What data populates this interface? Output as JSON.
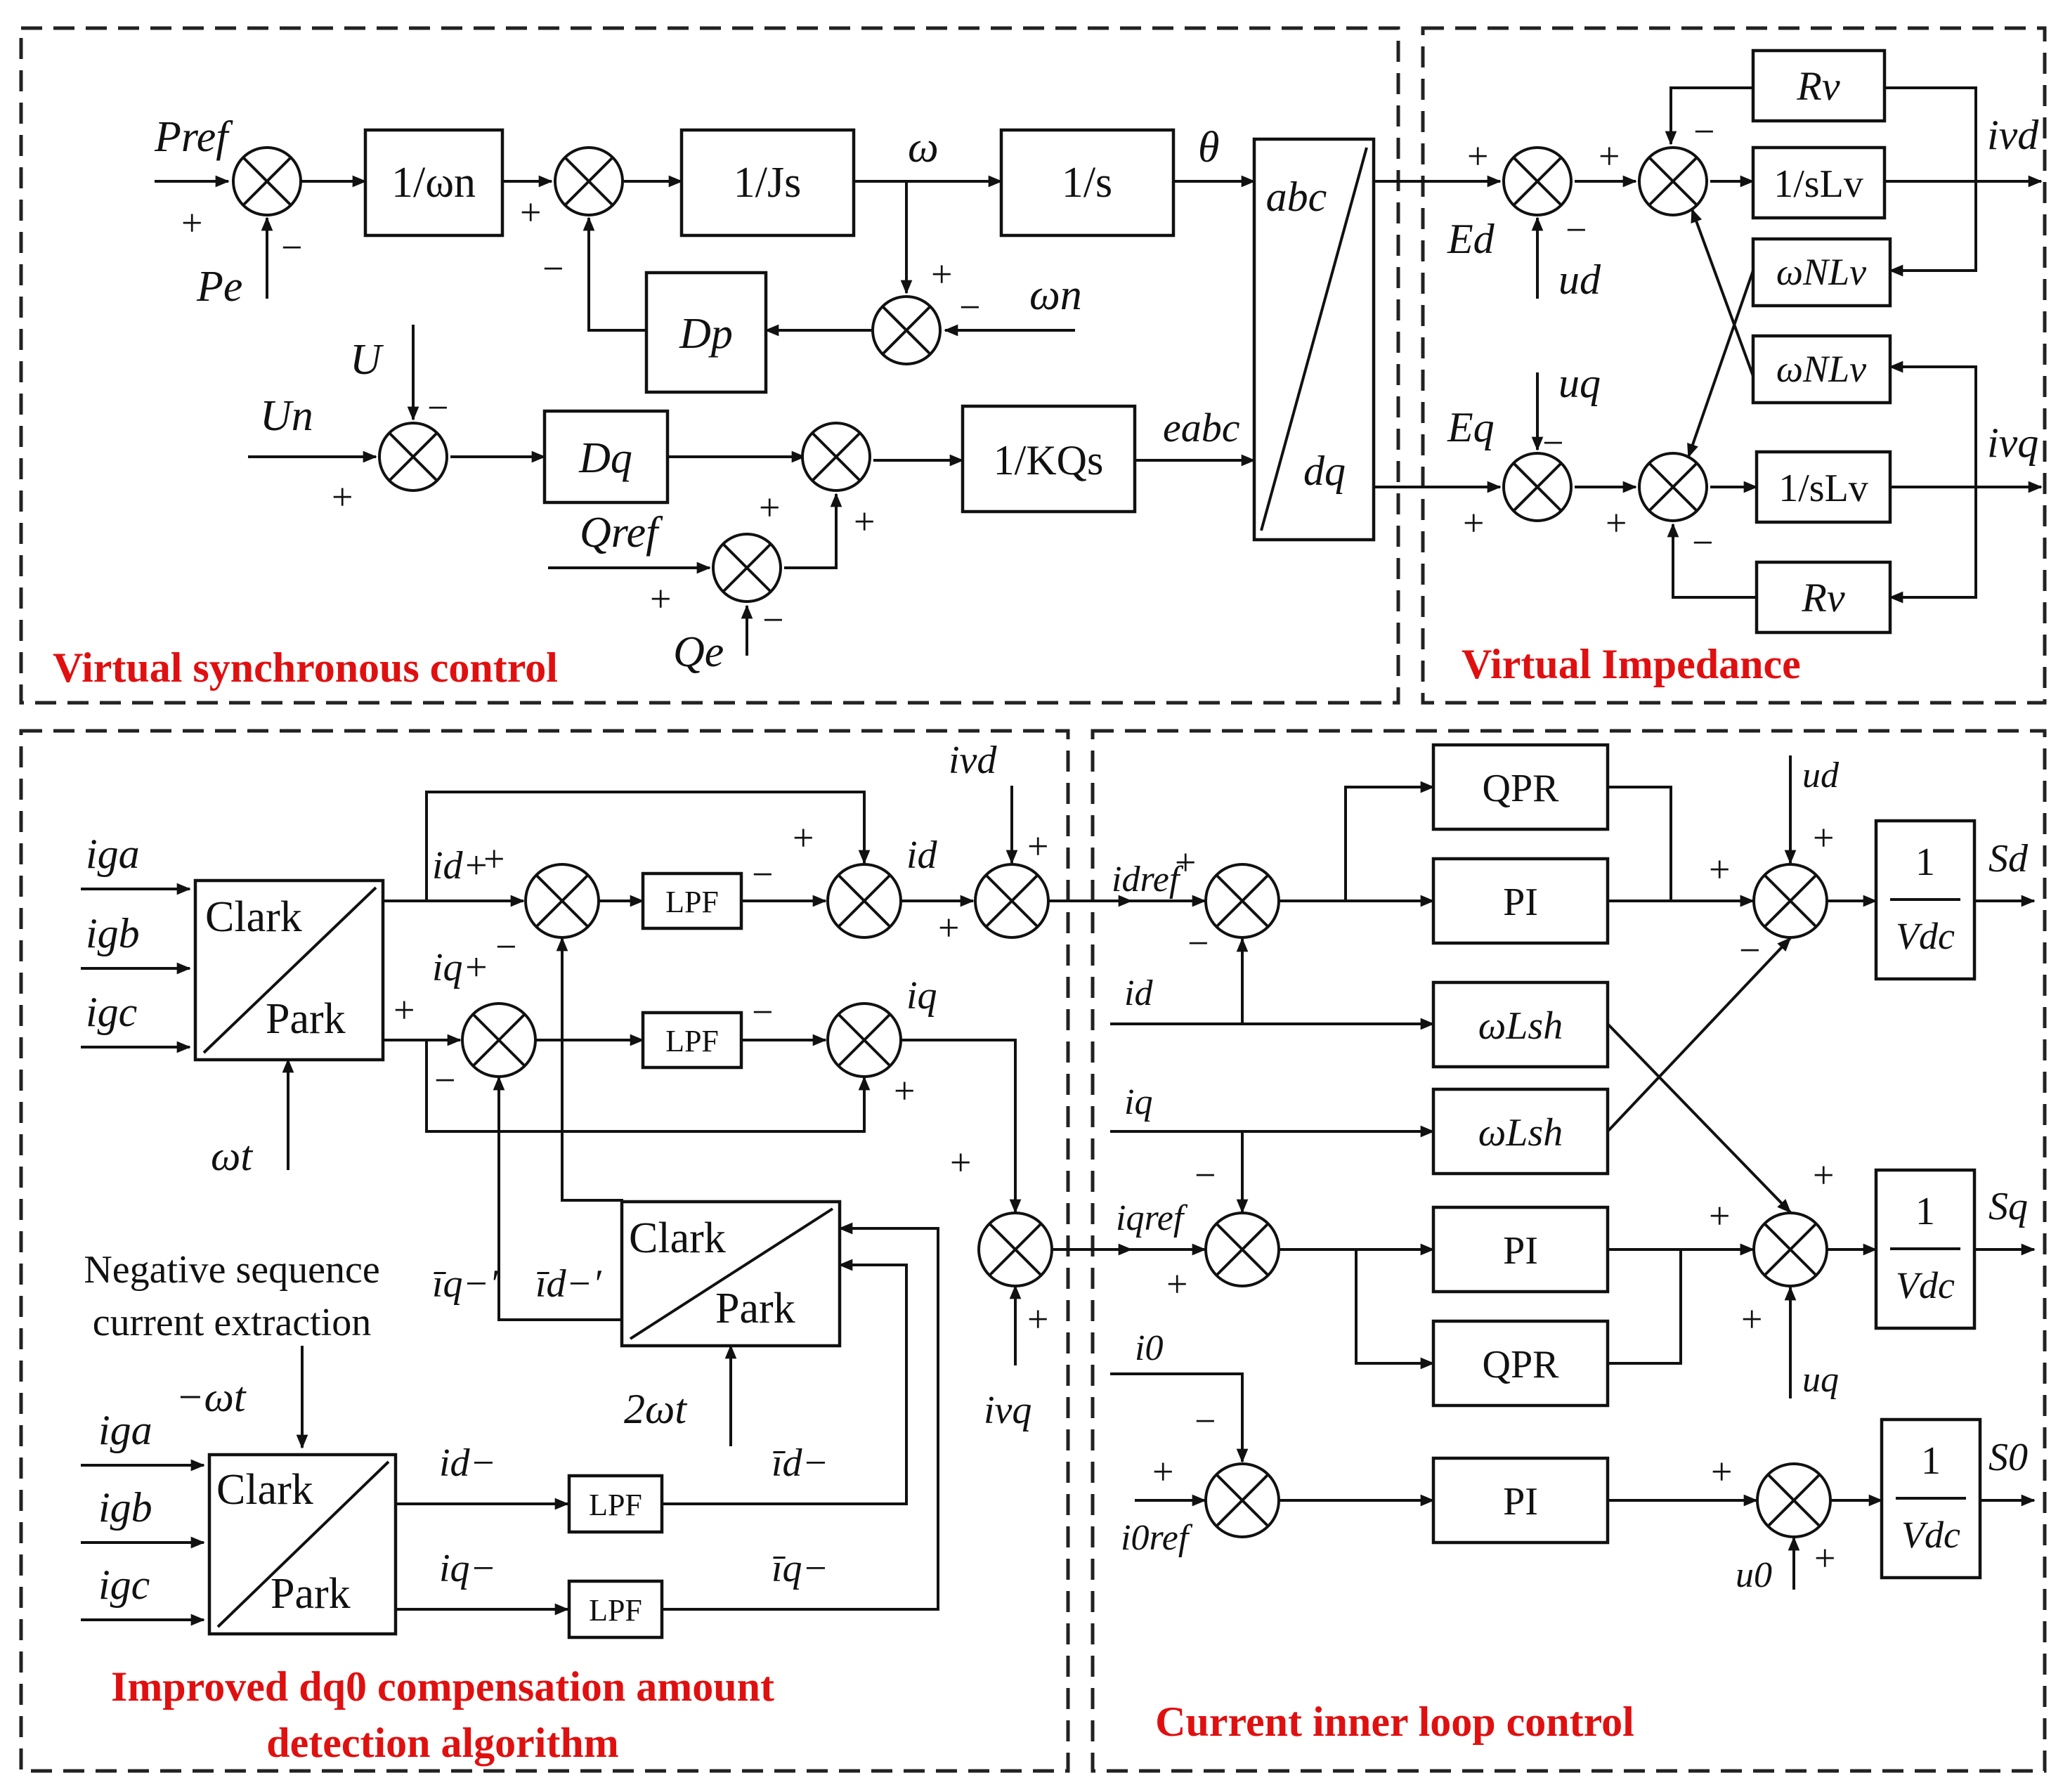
{
  "panels": {
    "vsc": "Virtual synchronous control",
    "vimp": "Virtual Impedance",
    "dq0_l1": "Improved dq0 compensation amount",
    "dq0_l2": "detection algorithm",
    "cil": "Current inner loop control"
  },
  "blocks": {
    "inv_wn": "1/ωn",
    "inv_js": "1/Js",
    "inv_s": "1/s",
    "dp": "Dp",
    "dq_gain": "Dq",
    "inv_kqs": "1/KQs",
    "abc": "abc",
    "dq": "dq",
    "rv": "Rv",
    "inv_slv": "1/sLv",
    "wnlv": "ωNLv",
    "clark": "Clark",
    "park": "Park",
    "lpf": "LPF",
    "qpr": "QPR",
    "pi": "PI",
    "wlsh": "ωLsh",
    "one": "1",
    "vdc": "Vdc"
  },
  "signals": {
    "pref": "Pref",
    "pe": "Pe",
    "omega": "ω",
    "theta": "θ",
    "omega_n": "ωn",
    "u": "U",
    "un": "Un",
    "qref": "Qref",
    "qe": "Qe",
    "eabc": "eabc",
    "ed": "Ed",
    "eq": "Eq",
    "ud_i": "ud",
    "uq_i": "uq",
    "ivd": "ivd",
    "ivq": "ivq",
    "iga": "iga",
    "igb": "igb",
    "igc": "igc",
    "wt": "ωt",
    "neg_wt": "−ωt",
    "two_wt": "2ωt",
    "neg_seq_1": "Negative sequence",
    "neg_seq_2": "current extraction",
    "idp": "id+",
    "iqp": "iq+",
    "id": "id",
    "iq": "iq",
    "idm": "id−",
    "iqm": "iq−",
    "idbar": "īd−",
    "iqbar": "īq−",
    "idbarp": "īd−′",
    "iqbarp": "īq−′",
    "idref": "idref",
    "iqref": "iqref",
    "i0ref": "i0ref",
    "id_r": "id",
    "iq_r": "iq",
    "i0": "i0",
    "ud_r": "ud",
    "uq_r": "uq",
    "u0": "u0",
    "sd": "Sd",
    "sq": "Sq",
    "s0": "S0"
  },
  "signs": {
    "plus": "+",
    "minus": "−"
  }
}
